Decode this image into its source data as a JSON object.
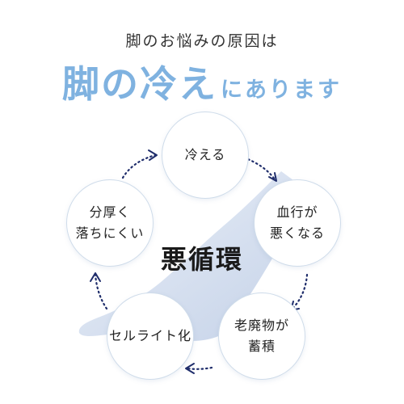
{
  "subtitle": "脚のお悩みの原因は",
  "headline": {
    "big": "脚の冷え",
    "small": "にあります"
  },
  "cycle": {
    "center": "悪循環",
    "steps": [
      {
        "line1": "冷える",
        "line2": ""
      },
      {
        "line1": "血行が",
        "line2": "悪くなる"
      },
      {
        "line1": "老廃物が",
        "line2": "蓄積"
      },
      {
        "line1": "セルライト化",
        "line2": ""
      },
      {
        "line1": "分厚く",
        "line2": "落ちにくい"
      }
    ]
  },
  "colors": {
    "accent": "#7fb2e0",
    "arrow": "#1f2d6b",
    "leg": "#c9d6ea"
  }
}
